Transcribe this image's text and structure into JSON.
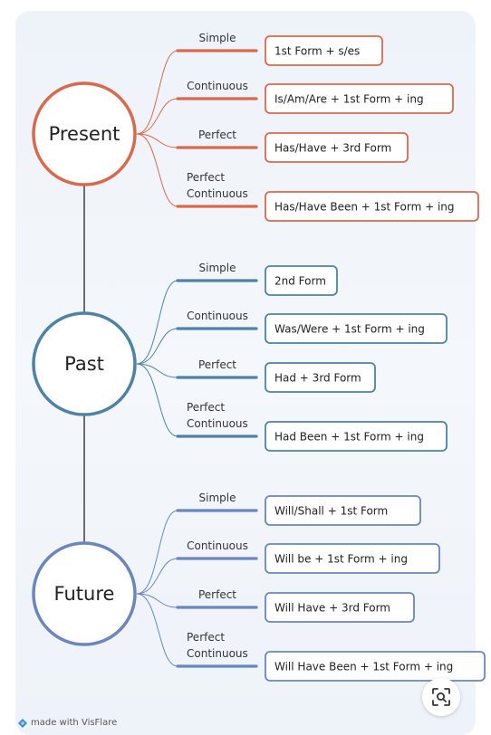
{
  "colors": {
    "present": "#d9694d",
    "past": "#4d83a6",
    "future": "#6a86bd",
    "trunk": "#333333"
  },
  "tenses": [
    {
      "name": "Present",
      "color_key": "present",
      "branches": [
        {
          "label_lines": [
            "Simple"
          ],
          "formula": "1st Form + s/es"
        },
        {
          "label_lines": [
            "Continuous"
          ],
          "formula": "Is/Am/Are + 1st Form + ing"
        },
        {
          "label_lines": [
            "Perfect"
          ],
          "formula": "Has/Have + 3rd Form"
        },
        {
          "label_lines": [
            "Perfect",
            "Continuous"
          ],
          "formula": "Has/Have Been + 1st Form + ing"
        }
      ]
    },
    {
      "name": "Past",
      "color_key": "past",
      "branches": [
        {
          "label_lines": [
            "Simple"
          ],
          "formula": "2nd Form"
        },
        {
          "label_lines": [
            "Continuous"
          ],
          "formula": "Was/Were + 1st Form + ing"
        },
        {
          "label_lines": [
            "Perfect"
          ],
          "formula": "Had + 3rd Form"
        },
        {
          "label_lines": [
            "Perfect",
            "Continuous"
          ],
          "formula": "Had Been + 1st Form + ing"
        }
      ]
    },
    {
      "name": "Future",
      "color_key": "future",
      "branches": [
        {
          "label_lines": [
            "Simple"
          ],
          "formula": "Will/Shall + 1st Form"
        },
        {
          "label_lines": [
            "Continuous"
          ],
          "formula": "Will be + 1st Form + ing"
        },
        {
          "label_lines": [
            "Perfect"
          ],
          "formula": "Will Have + 3rd Form"
        },
        {
          "label_lines": [
            "Perfect",
            "Continuous"
          ],
          "formula": "Will Have Been + 1st Form + ing"
        }
      ]
    }
  ],
  "footer": {
    "text": "made with VisFlare",
    "logo_icon": "visflare-logo-icon"
  },
  "lens_button": {
    "icon": "visual-search-icon"
  }
}
